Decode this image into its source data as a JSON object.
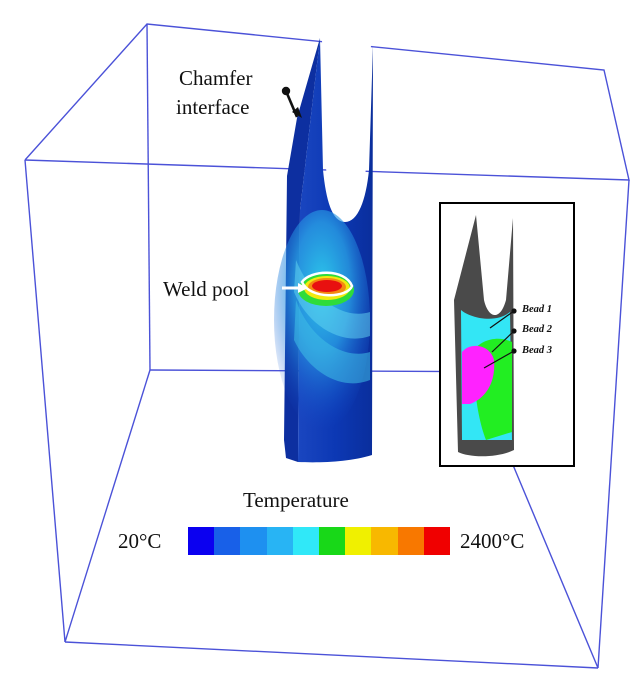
{
  "labels": {
    "chamfer_line1": "Chamfer",
    "chamfer_line2": "interface",
    "weld_pool": "Weld pool"
  },
  "inset": {
    "beads": [
      "Bead 1",
      "Bead 2",
      "Bead 3"
    ],
    "colors": {
      "bead1": "#33e6f5",
      "bead2": "#22ee22",
      "bead3": "#ff22ff",
      "body": "#4a4a4a"
    }
  },
  "legend": {
    "title": "Temperature",
    "min_label": "20°C",
    "max_label": "2400°C",
    "colors": [
      "#0b00f0",
      "#1860e8",
      "#1e90f0",
      "#28b4f4",
      "#30e8f8",
      "#18d818",
      "#f0f000",
      "#f8b800",
      "#f87800",
      "#f00000"
    ]
  },
  "colors": {
    "box_edges": "#4b52d8",
    "plate": "#0b2fa8"
  }
}
